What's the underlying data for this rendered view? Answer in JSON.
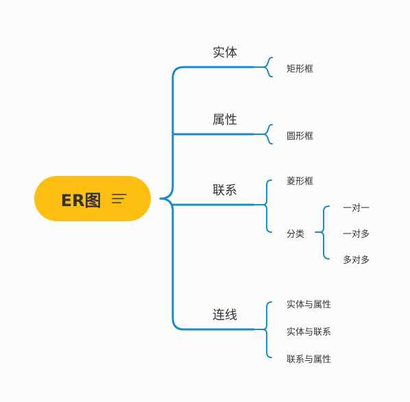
{
  "root": {
    "label": "ER图",
    "icon": "notes-icon"
  },
  "colors": {
    "root_fill": "#fcbe11",
    "connector": "#1a8bca",
    "text": "#333333"
  },
  "branches": [
    {
      "label": "实体",
      "children": [
        "矩形框"
      ]
    },
    {
      "label": "属性",
      "children": [
        "圆形框"
      ]
    },
    {
      "label": "联系",
      "children": [
        "菱形框",
        "分类"
      ],
      "subchildren": [
        "一对一",
        "一对多",
        "多对多"
      ]
    },
    {
      "label": "连线",
      "children": [
        "实体与属性",
        "实体与联系",
        "联系与属性"
      ]
    }
  ]
}
